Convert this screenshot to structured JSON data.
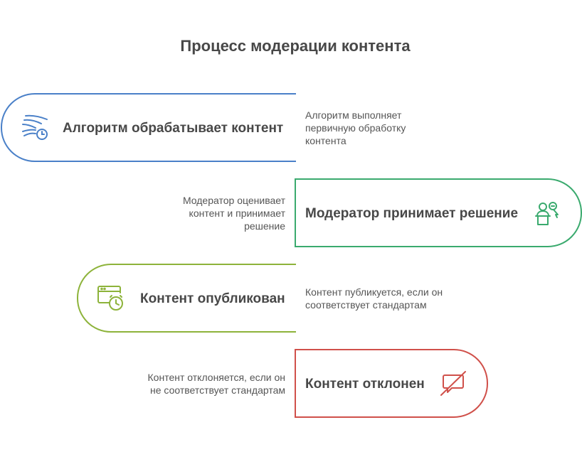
{
  "title": "Процесс модерации контента",
  "steps": [
    {
      "label": "Алгоритм обрабатывает контент",
      "description": [
        "Алгоритм выполняет",
        "первичную обработку",
        "контента"
      ],
      "icon": "algorithm-process-icon",
      "color": "#4a80c8"
    },
    {
      "label": "Модератор принимает решение",
      "description": [
        "Модератор оценивает",
        "контент и принимает",
        "решение"
      ],
      "icon": "moderator-icon",
      "color": "#3aaa6e"
    },
    {
      "label": "Контент опубликован",
      "description": [
        "Контент публикуется, если он",
        "соответствует стандартам"
      ],
      "icon": "browser-clock-icon",
      "color": "#8db33a"
    },
    {
      "label": "Контент отклонен",
      "description": [
        "Контент отклоняется, если он",
        "не соответствует стандартам"
      ],
      "icon": "message-blocked-icon",
      "color": "#d0504a"
    }
  ]
}
